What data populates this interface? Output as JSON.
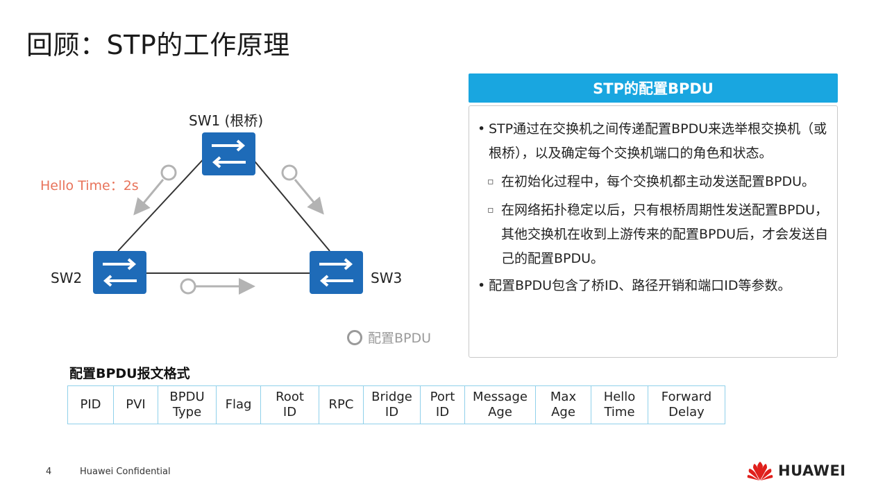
{
  "title": "回顾：STP的工作原理",
  "diagram": {
    "sw1_label": "SW1 (根桥)",
    "sw2_label": "SW2",
    "sw3_label": "SW3",
    "hello_time": "Hello Time：2s",
    "legend_label": "配置BPDU",
    "switch_color": "#1e6bb8",
    "hello_color": "#e8735a"
  },
  "panel": {
    "header": "STP的配置BPDU",
    "bullet1": "STP通过在交换机之间传递配置BPDU来选举根交换机（或根桥），以及确定每个交换机端口的角色和状态。",
    "sub1": "在初始化过程中，每个交换机都主动发送配置BPDU。",
    "sub2": "在网络拓扑稳定以后，只有根桥周期性发送配置BPDU，其他交换机在收到上游传来的配置BPDU后，才会发送自己的配置BPDU。",
    "bullet2": "配置BPDU包含了桥ID、路径开销和端口ID等参数。",
    "header_color": "#19a6e0"
  },
  "format": {
    "title": "配置BPDU报文格式",
    "fields": [
      "PID",
      "PVI",
      "BPDU\nType",
      "Flag",
      "Root\nID",
      "RPC",
      "Bridge\nID",
      "Port\nID",
      "Message\nAge",
      "Max\nAge",
      "Hello\nTime",
      "Forward\nDelay"
    ]
  },
  "footer": {
    "page": "4",
    "confidential": "Huawei Confidential",
    "brand": "HUAWEI",
    "brand_color": "#e0201c"
  }
}
